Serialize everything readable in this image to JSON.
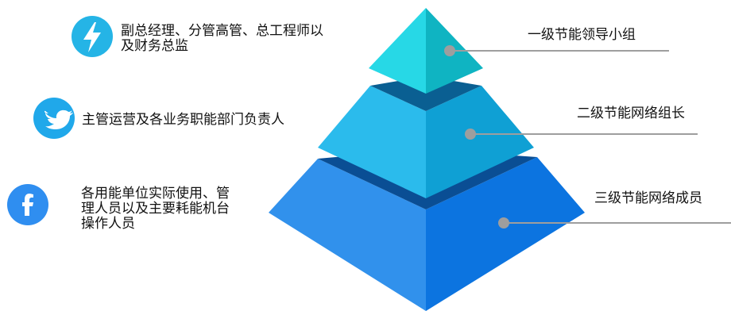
{
  "colors": {
    "top_left": "#27d8e6",
    "top_right": "#0fb4c2",
    "mid_left": "#2bbbec",
    "mid_right": "#0fa0d4",
    "bot_left": "#3191ec",
    "bot_right": "#0c74e0",
    "gap_dark": "#0a5f92",
    "gap_darker": "#0a4e94",
    "connector": "#9e9e9e",
    "bolt_badge": "#25b4e6",
    "twitter_badge": "#20a8ea",
    "facebook_badge": "#2f8ef0"
  },
  "levels": [
    {
      "label": "一级节能领导小组",
      "description_lines": [
        "副总经理、分管高管、总工程师以",
        "及财务总监"
      ],
      "icon": "lightning-bolt-icon"
    },
    {
      "label": "二级节能网络组长",
      "description_lines": [
        "主管运营及各业务职能部门负责人"
      ],
      "icon": "twitter-bird-icon"
    },
    {
      "label": "三级节能网络成员",
      "description_lines": [
        "各用能单位实际使用、管",
        "理人员以及主要耗能机台",
        "操作人员"
      ],
      "icon": "facebook-icon"
    }
  ]
}
